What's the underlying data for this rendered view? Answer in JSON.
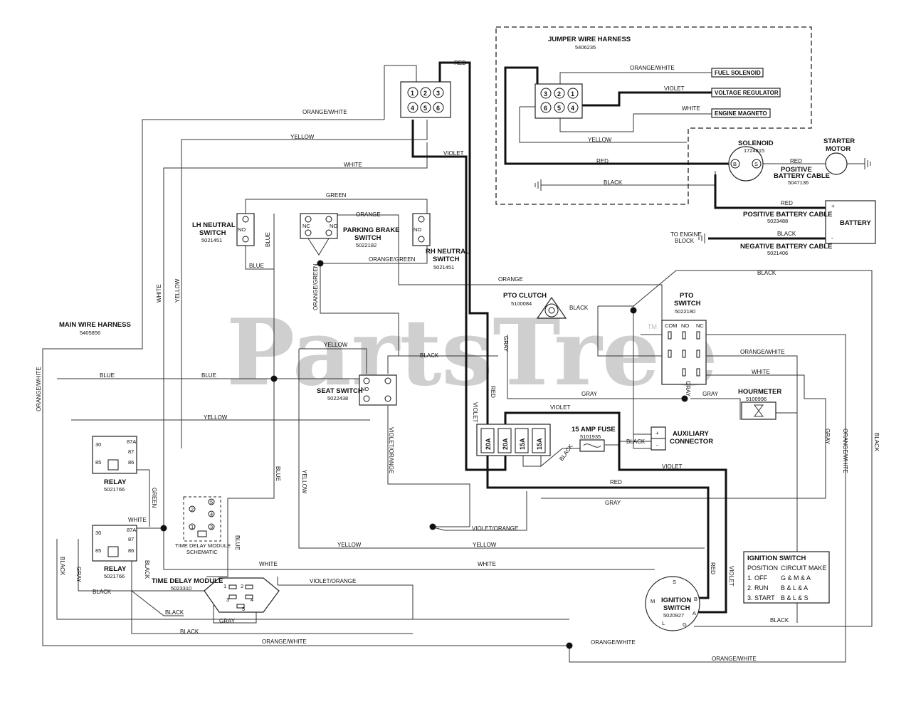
{
  "watermark": "PartsTree",
  "watermark_tm": "TM",
  "harness": {
    "jumper": {
      "title": "JUMPER WIRE HARNESS",
      "part": "5406235"
    },
    "main": {
      "title": "MAIN WIRE HARNESS",
      "part": "5405856"
    }
  },
  "connector_main": {
    "pins": [
      "1",
      "2",
      "3",
      "4",
      "5",
      "6"
    ]
  },
  "connector_jumper": {
    "pins": [
      "3",
      "2",
      "1",
      "6",
      "5",
      "4"
    ]
  },
  "jumper_outputs": {
    "fuel_solenoid": "FUEL SOLENOID",
    "voltage_regulator": "VOLTAGE REGULATOR",
    "engine_magneto": "ENGINE MAGNETO"
  },
  "components": {
    "solenoid": {
      "title": "SOLENOID",
      "part": "1724815",
      "pin_b": "B",
      "pin_s": "S"
    },
    "starter_motor": {
      "title_1": "STARTER",
      "title_2": "MOTOR"
    },
    "positive_cable_top": {
      "title_1": "POSITIVE",
      "title_2": "BATTERY CABLE",
      "part": "5047136"
    },
    "positive_cable": {
      "title": "POSITIVE BATTERY CABLE",
      "part": "5023488"
    },
    "negative_cable": {
      "title": "NEGATIVE BATTERY CABLE",
      "part": "5021406"
    },
    "battery": {
      "title": "BATTERY",
      "plus": "+",
      "minus": "-"
    },
    "engine_block": {
      "line1": "TO ENGINE",
      "line2": "BLOCK"
    },
    "lh_neutral": {
      "title_1": "LH NEUTRAL",
      "title_2": "SWITCH",
      "part": "5021451",
      "no": "NO"
    },
    "parking_brake": {
      "title_1": "PARKING BRAKE",
      "title_2": "SWITCH",
      "part": "5022182",
      "nc": "NC",
      "no": "NO"
    },
    "rh_neutral": {
      "title_1": "RH NEUTRAL",
      "title_2": "SWITCH",
      "part": "5021451",
      "no": "NO"
    },
    "pto_clutch": {
      "title": "PTO CLUTCH",
      "part": "5100084"
    },
    "pto_switch": {
      "title_1": "PTO",
      "title_2": "SWITCH",
      "part": "5022180",
      "com": "COM",
      "no": "NO",
      "nc": "NC"
    },
    "hourmeter": {
      "title": "HOURMETER",
      "part": "5100996"
    },
    "aux_connector": {
      "title_1": "AUXILIARY",
      "title_2": "CONNECTOR",
      "plus": "+",
      "minus": "-"
    },
    "fuse_15": {
      "title": "15 AMP FUSE",
      "part": "5101935"
    },
    "fuse_block": {
      "f1": "20A",
      "f2": "20A",
      "f3": "15A",
      "f4": "15A"
    },
    "seat_switch": {
      "title": "SEAT SWITCH",
      "part": "5022438",
      "no": "NO"
    },
    "relay1": {
      "title": "RELAY",
      "part": "5021766",
      "p30": "30",
      "p87a": "87A",
      "p87": "87",
      "p85": "85",
      "p86": "86"
    },
    "relay2": {
      "title": "RELAY",
      "part": "5021766",
      "p30": "30",
      "p87a": "87A",
      "p87": "87",
      "p85": "85",
      "p86": "86"
    },
    "tdm_schematic": {
      "line1": "TIME DELAY MODULE",
      "line2": "SCHEMATIC",
      "p1": "1",
      "p2": "2",
      "p3": "3",
      "p4": "4",
      "p5": "5"
    },
    "tdm": {
      "title": "TIME DELAY MODULE",
      "part": "5023310",
      "p1": "1",
      "p2": "2",
      "p3": "3",
      "p4": "4",
      "p5": "5"
    },
    "ignition": {
      "title_1": "IGNITION",
      "title_2": "SWITCH",
      "part": "5020927",
      "s": "S",
      "m": "M",
      "b": "B",
      "a": "A",
      "l": "L",
      "g": "G"
    }
  },
  "ignition_table": {
    "title": "IGNITION SWITCH",
    "header": [
      "POSITION",
      "CIRCUIT MAKE"
    ],
    "rows": [
      [
        "1. OFF",
        "G & M & A"
      ],
      [
        "2. RUN",
        "B & L & A"
      ],
      [
        "3. START",
        "B & L & S"
      ]
    ]
  },
  "wire_labels": {
    "red": "RED",
    "violet": "VIOLET",
    "white": "WHITE",
    "yellow": "YELLOW",
    "black": "BLACK",
    "blue": "BLUE",
    "green": "GREEN",
    "orange": "ORANGE",
    "gray": "GRAY",
    "orange_white": "ORANGE/WHITE",
    "orange_green": "ORANGE/GREEN",
    "violet_orange": "VIOLET/ORANGE"
  }
}
